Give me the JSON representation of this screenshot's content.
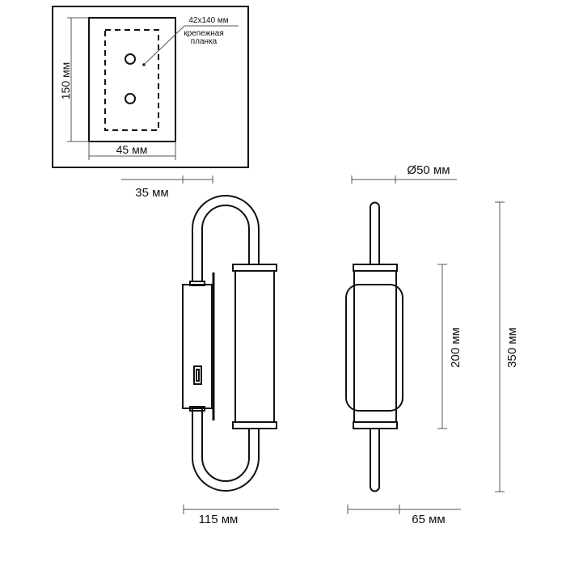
{
  "mount_plate_view": {
    "plate_size_label": "42x140 мм",
    "plate_name_line1": "крепежная",
    "plate_name_line2": "планка",
    "height_label": "150 мм",
    "width_label": "45 мм"
  },
  "side_view": {
    "offset_label": "35 мм",
    "depth_label": "115 мм"
  },
  "front_view": {
    "diameter_label": "Ø50 мм",
    "shade_height_label": "200 мм",
    "total_height_label": "350 мм",
    "width_label": "65 мм"
  }
}
